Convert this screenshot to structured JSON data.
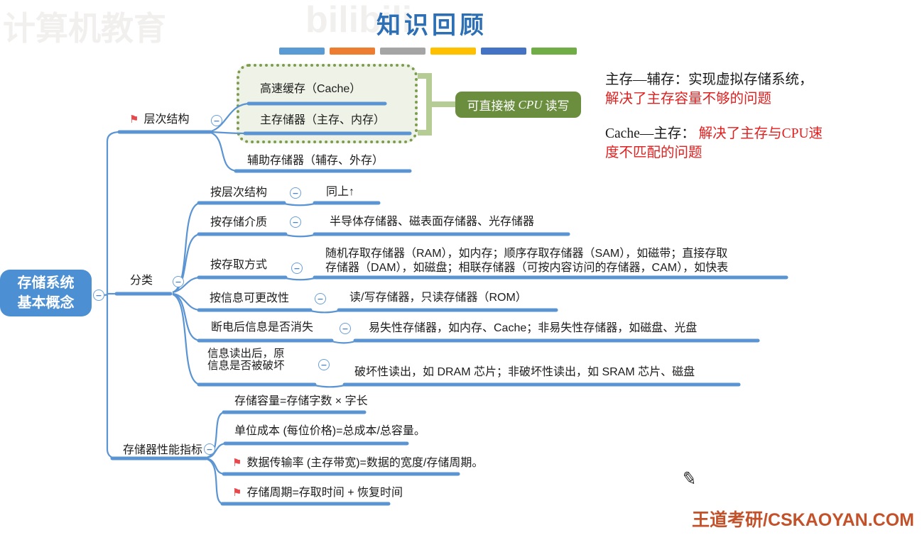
{
  "watermark": {
    "channel": "计算机教育",
    "site": "bilibili"
  },
  "header": {
    "title": "知识回顾",
    "bar_colors": [
      "#5B9BD5",
      "#ED7D31",
      "#A5A5A5",
      "#FFC000",
      "#4472C4",
      "#70AD47"
    ]
  },
  "root": {
    "line1": "存储系统",
    "line2": "基本概念"
  },
  "branches": {
    "hierarchy": {
      "label": "层次结构",
      "children": [
        {
          "text": "高速缓存（Cache）"
        },
        {
          "text": "主存储器（主存、内存）"
        },
        {
          "text": "辅助存储器（辅存、外存）"
        }
      ],
      "callout": {
        "pre": "可直接被",
        "em": "CPU",
        "post": "读写"
      }
    },
    "classification": {
      "label": "分类",
      "rows": [
        {
          "label": "按层次结构",
          "text": "同上↑"
        },
        {
          "label": "按存储介质",
          "text": "半导体存储器、磁表面存储器、光存储器"
        },
        {
          "label": "按存取方式",
          "text_line1": "随机存取存储器（RAM），如内存；顺序存取存储器（SAM），如磁带；直接存取",
          "text_line2": "存储器（DAM），如磁盘；相联存储器（可按内容访问的存储器，CAM），如快表"
        },
        {
          "label": "按信息可更改性",
          "text": "读/写存储器，只读存储器（ROM）"
        },
        {
          "label": "断电后信息是否消失",
          "text": "易失性存储器，如内存、Cache；非易失性存储器，如磁盘、光盘"
        },
        {
          "label_line1": "信息读出后，原",
          "label_line2": "信息是否被破坏",
          "text": "破坏性读出，如 DRAM 芯片；非破坏性读出，如 SRAM 芯片、磁盘"
        }
      ]
    },
    "metrics": {
      "label": "存储器性能指标",
      "rows": [
        {
          "text": "存储容量=存储字数 × 字长",
          "flagged": false
        },
        {
          "text": "单位成本 (每位价格)=总成本/总容量。",
          "flagged": false
        },
        {
          "text": "数据传输率 (主存带宽)=数据的宽度/存储周期。",
          "flagged": true
        },
        {
          "text": "存储周期=存取时间 + 恢复时间",
          "flagged": true
        }
      ]
    }
  },
  "annotations": {
    "a1_black": "主存—辅存：实现虚拟存储系统，",
    "a1_red": "解决了主存容量不够的问题",
    "a2_black": "Cache—主存：",
    "a2_red": "解决了主存与CPU速度不匹配的问题"
  },
  "footer": {
    "brand": "王道考研/CSKAOYAN.COM"
  },
  "icons": {
    "collapse": "−",
    "flag": "⚑",
    "pencil": "✎"
  },
  "colors": {
    "map_line_blue": "#5b94d2",
    "root_node_fill": "#4d8fd3",
    "title_blue": "#2d6fb5",
    "annotation_red": "#e01f1f",
    "flag_red": "#e8474b",
    "callout_green": "#6b8e3e",
    "bracket_green": "#b6cc95",
    "box_border_green": "#7d9c4e",
    "box_bg_green": "#eff3e7",
    "brand_orange": "#c3512a"
  }
}
